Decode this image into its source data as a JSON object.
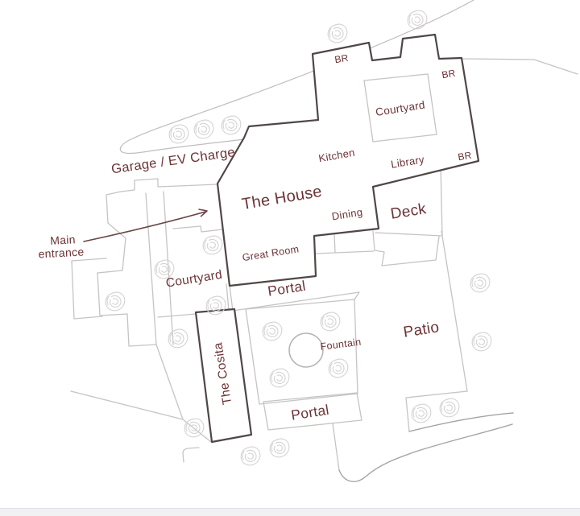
{
  "title": "Property site plan",
  "colors": {
    "background": "#ffffff",
    "label_maroon": "#6d3336",
    "building_outline_dark": "#4f4747",
    "structure_line_gray": "#c7c3c3",
    "driveway_gray": "#c0bcbc",
    "road_gray": "#a6a2a2",
    "tree_gray": "#d6d2d2",
    "fountain_gray": "#b8b4b4"
  },
  "map": {
    "labels": [
      {
        "id": "garage",
        "text": "Garage / EV Charge"
      },
      {
        "id": "main-entrance-line1",
        "text": "Main"
      },
      {
        "id": "main-entrance-line2",
        "text": "entrance"
      },
      {
        "id": "the-house",
        "text": "The House"
      },
      {
        "id": "br-top",
        "text": "BR"
      },
      {
        "id": "br-upper-right",
        "text": "BR"
      },
      {
        "id": "br-right",
        "text": "BR"
      },
      {
        "id": "courtyard-top",
        "text": "Courtyard"
      },
      {
        "id": "kitchen",
        "text": "Kitchen"
      },
      {
        "id": "library",
        "text": "Library"
      },
      {
        "id": "dining",
        "text": "Dining"
      },
      {
        "id": "deck",
        "text": "Deck"
      },
      {
        "id": "great-room",
        "text": "Great Room"
      },
      {
        "id": "courtyard-lower",
        "text": "Courtyard"
      },
      {
        "id": "portal-upper",
        "text": "Portal"
      },
      {
        "id": "the-cosita",
        "text": "The Cosita"
      },
      {
        "id": "fountain",
        "text": "Fountain"
      },
      {
        "id": "patio",
        "text": "Patio"
      },
      {
        "id": "portal-lower",
        "text": "Portal"
      }
    ],
    "features": {
      "fountain_shape": "circle",
      "tree_count": 21,
      "arrow": "main-entrance-arrow"
    }
  }
}
